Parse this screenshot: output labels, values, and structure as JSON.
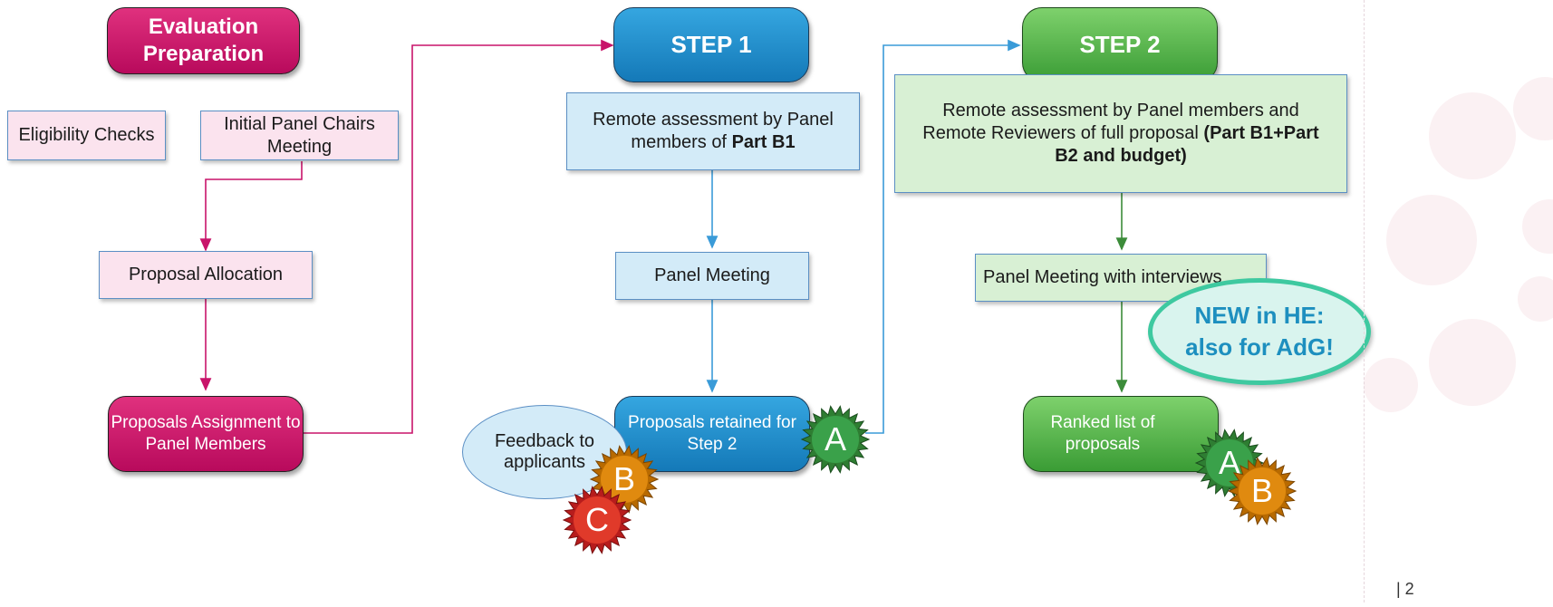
{
  "nodes": {
    "eval_prep": "Evaluation Preparation",
    "eligibility": "Eligibility Checks",
    "initial_panel": "Initial Panel Chairs Meeting",
    "proposal_allocation": "Proposal Allocation",
    "proposals_assignment": "Proposals Assignment to Panel Members",
    "step1": "STEP 1",
    "step1_remote_prefix": "Remote assessment by Panel members of ",
    "step1_remote_bold": "Part B1",
    "step1_panel": "Panel Meeting",
    "step1_retained": "Proposals retained for Step 2",
    "feedback": "Feedback to applicants",
    "step2": "STEP 2",
    "step2_remote_prefix": "Remote assessment by Panel members and Remote Reviewers of full proposal ",
    "step2_remote_bold": "(Part B1+Part B2 and budget)",
    "step2_panel": "Panel Meeting with interviews",
    "ranked": "Ranked list of proposals",
    "new_note": "NEW in HE: also for AdG!"
  },
  "badges": {
    "a": "A",
    "b": "B",
    "c": "C"
  },
  "page_number": "| 2",
  "colors": {
    "magenta": "#c8146a",
    "blue_step": "#1f8fd0",
    "green_step": "#56b44b",
    "arrow_magenta": "#c8146a",
    "arrow_blue": "#3a9bd8",
    "arrow_green": "#3c8c3a",
    "note_border": "#3ec9a0",
    "note_text": "#1d8fbf"
  }
}
